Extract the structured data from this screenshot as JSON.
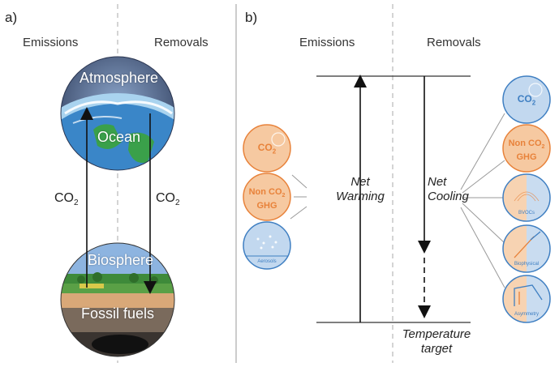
{
  "panel_a": {
    "label": "a)",
    "emissions": "Emissions",
    "removals": "Removals",
    "atmosphere": "Atmosphere",
    "ocean": "Ocean",
    "biosphere": "Biosphere",
    "fossil": "Fossil fuels",
    "co2_left": "CO",
    "co2_right": "CO",
    "sub": "2"
  },
  "panel_b": {
    "label": "b)",
    "emissions": "Emissions",
    "removals": "Removals",
    "net_warming_1": "Net",
    "net_warming_2": "Warming",
    "net_cooling_1": "Net",
    "net_cooling_2": "Cooling",
    "target_1": "Temperature",
    "target_2": "target",
    "left_circles": {
      "co2": "CO",
      "sub": "2",
      "nonco2_1": "Non CO",
      "nonco2_2": "GHG",
      "aerosols": "Aerosols"
    },
    "right_circles": {
      "co2": "CO",
      "sub": "2",
      "nonco2_1": "Non CO",
      "nonco2_2": "GHG",
      "bvocs": "BVOCs",
      "biophysical": "Biophysical",
      "asymmetry": "Asymmetry"
    }
  },
  "colors": {
    "orange": "#e8823a",
    "orange_fill": "#f6c9a1",
    "blue": "#3f7fc2",
    "blue_fill": "#c2d8ef"
  }
}
